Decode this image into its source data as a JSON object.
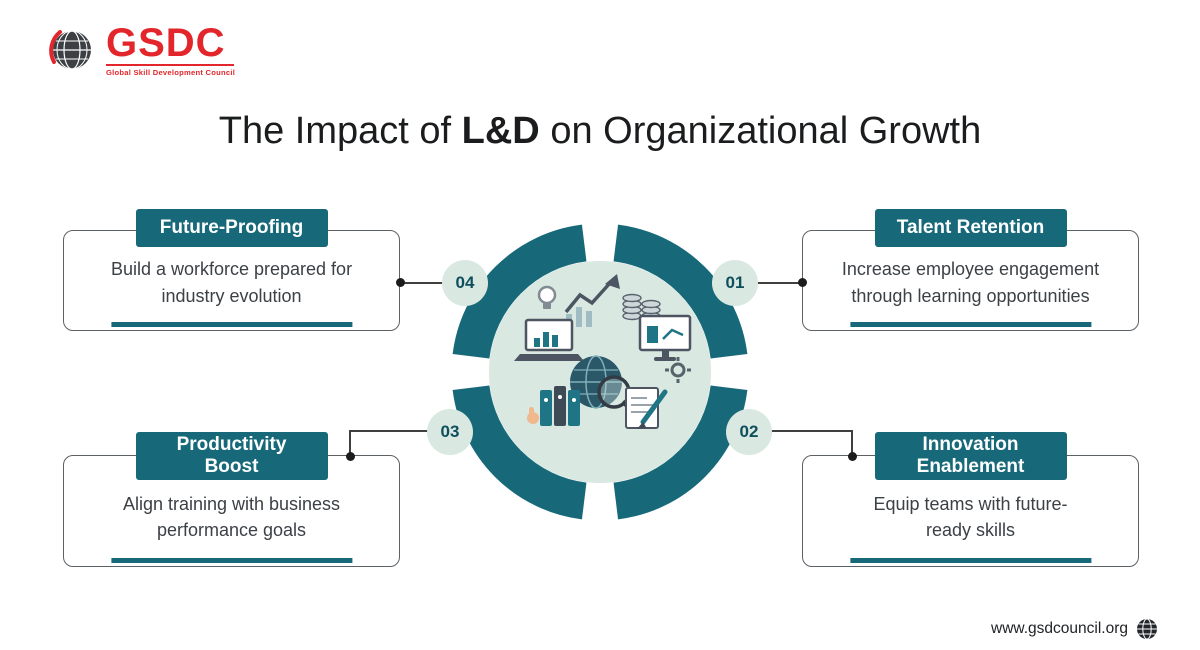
{
  "brand": {
    "name": "GSDC",
    "tagline": "Global Skill Development Council",
    "color": "#e2262b"
  },
  "title": {
    "pre": "The Impact of ",
    "highlight": "L&D",
    "post": " on Organizational Growth"
  },
  "theme": {
    "teal": "#17697a",
    "light_green": "#d9e8e1",
    "connector": "#3f3f3f",
    "body_text": "#3c4146"
  },
  "hub": {
    "icons": [
      "lightbulb-icon",
      "growth-arrow-icon",
      "coin-stacks-icon",
      "laptop-chart-icon",
      "monitor-chart-icon",
      "globe-magnifier-icon",
      "binders-icon",
      "document-pen-icon",
      "gear-icon"
    ]
  },
  "cards": [
    {
      "number": "04",
      "heading": "Future-Proofing",
      "body": "Build a workforce prepared for industry evolution",
      "position": "top-left"
    },
    {
      "number": "01",
      "heading": "Talent Retention",
      "body": "Increase employee engagement through learning opportunities",
      "position": "top-right"
    },
    {
      "number": "03",
      "heading": "Productivity Boost",
      "body": "Align training with business performance goals",
      "position": "bottom-left"
    },
    {
      "number": "02",
      "heading": "Innovation Enablement",
      "body": "Equip teams with future-ready skills",
      "position": "bottom-right"
    }
  ],
  "footer": {
    "website": "www.gsdcouncil.org"
  }
}
